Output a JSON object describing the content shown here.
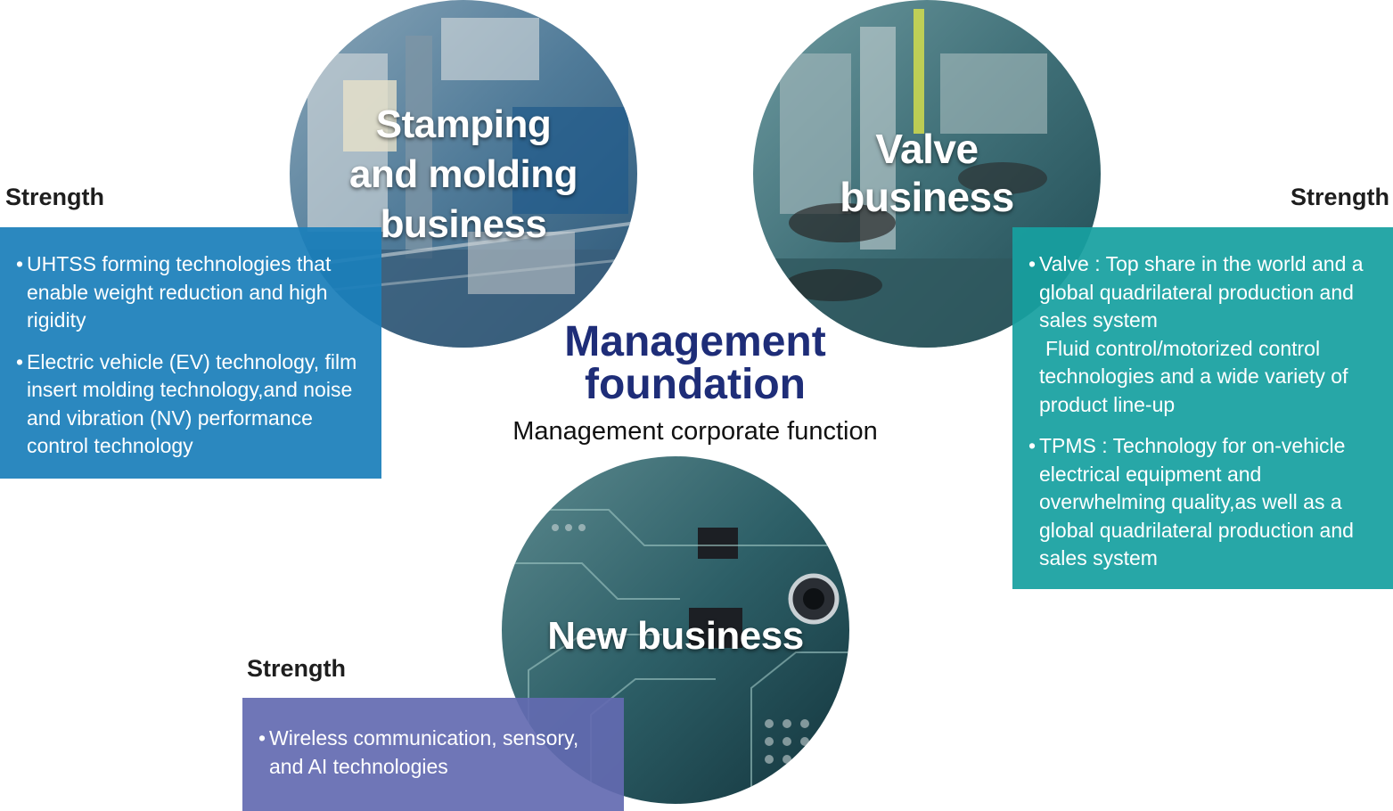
{
  "colors": {
    "stamping_box": "#1b7fba",
    "valve_box": "#17a0a0",
    "new_box": "#636ab1",
    "title": "#1e2d78"
  },
  "center": {
    "title_line1": "Management",
    "title_line2": "foundation",
    "subtitle": "Management corporate function"
  },
  "stamping": {
    "label_line1": "Stamping",
    "label_line2": "and molding",
    "label_line3": "business",
    "strength_heading": "Strength",
    "items": [
      {
        "bullet": "•",
        "lines": [
          "UHTSS forming technologies that",
          "enable weight reduction and high",
          "rigidity"
        ]
      },
      {
        "bullet": "•",
        "lines": [
          "Electric vehicle (EV) technology, film",
          "insert molding technology,and noise",
          "and vibration (NV) performance",
          "control technology"
        ]
      }
    ]
  },
  "valve": {
    "label_line1": "Valve",
    "label_line2": "business",
    "strength_heading": "Strength",
    "items": [
      {
        "bullet": "•",
        "lines": [
          "Valve : Top share in the world and a",
          "global quadrilateral production and",
          "sales system",
          " Fluid control/motorized control",
          "technologies and a wide variety of",
          "product line-up"
        ]
      },
      {
        "bullet": "•",
        "lines": [
          "TPMS : Technology for on-vehicle",
          "electrical equipment and",
          "overwhelming quality,as well as a",
          "global quadrilateral production and",
          "sales system"
        ]
      }
    ]
  },
  "new": {
    "label": "New business",
    "strength_heading": "Strength",
    "items": [
      {
        "bullet": "•",
        "lines": [
          "Wireless communication, sensory,",
          "and AI technologies"
        ]
      }
    ]
  }
}
